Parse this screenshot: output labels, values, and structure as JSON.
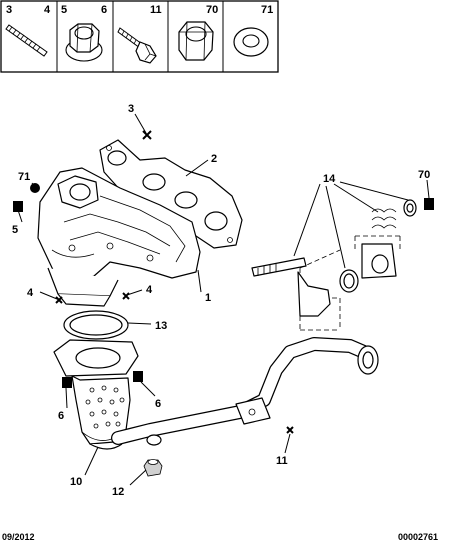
{
  "legend": {
    "cells": [
      {
        "labels": [
          "3",
          "4"
        ],
        "icon": "stud-icon"
      },
      {
        "labels": [
          "5",
          "6"
        ],
        "icon": "flange-nut-icon"
      },
      {
        "labels": [
          "11"
        ],
        "icon": "bolt-icon"
      },
      {
        "labels": [
          "70"
        ],
        "icon": "hex-nut-icon"
      },
      {
        "labels": [
          "71"
        ],
        "icon": "washer-icon"
      }
    ]
  },
  "callouts": {
    "c1": "1",
    "c2": "2",
    "c3": "3",
    "c4a": "4",
    "c4b": "4",
    "c5": "5",
    "c6a": "6",
    "c6b": "6",
    "c10": "10",
    "c11": "11",
    "c12": "12",
    "c13": "13",
    "c14": "14",
    "c70": "70",
    "c71": "71"
  },
  "footer": {
    "date": "09/2012",
    "reference": "00002761"
  }
}
